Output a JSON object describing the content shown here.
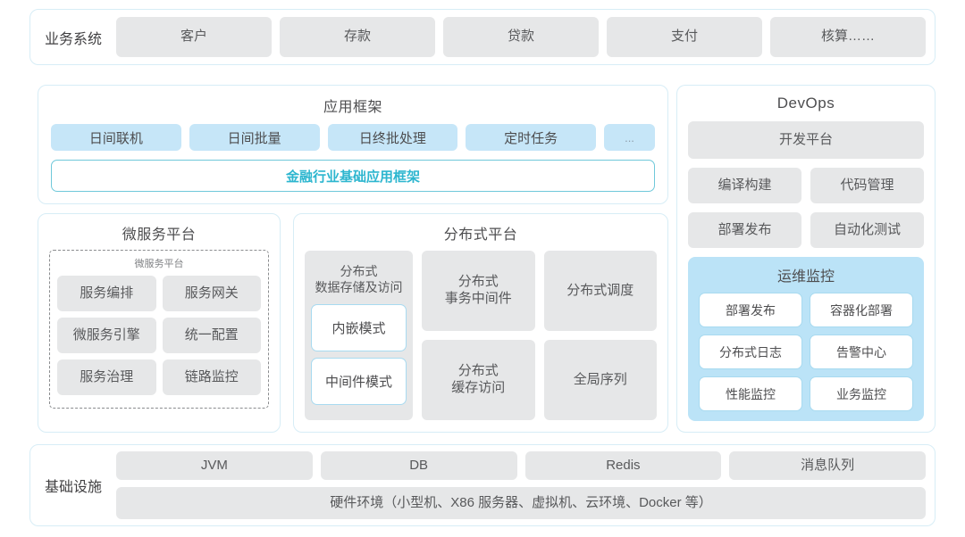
{
  "business_systems": {
    "label": "业务系统",
    "items": [
      "客户",
      "存款",
      "贷款",
      "支付",
      "核算……"
    ]
  },
  "application_framework": {
    "title": "应用框架",
    "chips": [
      "日间联机",
      "日间批量",
      "日终批处理",
      "定时任务",
      "..."
    ],
    "foundation": "金融行业基础应用框架"
  },
  "microservice_platform": {
    "title": "微服务平台",
    "inner_title": "微服务平台",
    "items": [
      "服务编排",
      "服务网关",
      "微服务引擎",
      "统一配置",
      "服务治理",
      "链路监控"
    ]
  },
  "distributed_platform": {
    "title": "分布式平台",
    "storage": {
      "caption": "分布式\n数据存储及访问",
      "caption_line1": "分布式",
      "caption_line2": "数据存储及访问",
      "modes": [
        "内嵌模式",
        "中间件模式"
      ]
    },
    "cells": [
      {
        "line1": "分布式",
        "line2": "事务中间件"
      },
      {
        "line1": "分布式调度",
        "line2": ""
      },
      {
        "line1": "分布式",
        "line2": "缓存访问"
      },
      {
        "line1": "全局序列",
        "line2": ""
      }
    ]
  },
  "devops": {
    "title": "DevOps",
    "platform": "开发平台",
    "tools": [
      "编译构建",
      "代码管理",
      "部署发布",
      "自动化测试"
    ],
    "ops_monitor": {
      "title": "运维监控",
      "items": [
        "部署发布",
        "容器化部署",
        "分布式日志",
        "告警中心",
        "性能监控",
        "业务监控"
      ]
    }
  },
  "infrastructure": {
    "label": "基础设施",
    "items": [
      "JVM",
      "DB",
      "Redis",
      "消息队列"
    ],
    "hardware": "硬件环境（小型机、X86 服务器、虚拟机、云环境、Docker 等）"
  },
  "colors": {
    "panel_border": "#d7edf6",
    "gray_box": "#e6e7e8",
    "blue_chip": "#c6e6f8",
    "accent_cyan": "#2db6cf",
    "ops_panel_bg": "#bbe3f7",
    "text_dark": "#4d4d4f"
  }
}
